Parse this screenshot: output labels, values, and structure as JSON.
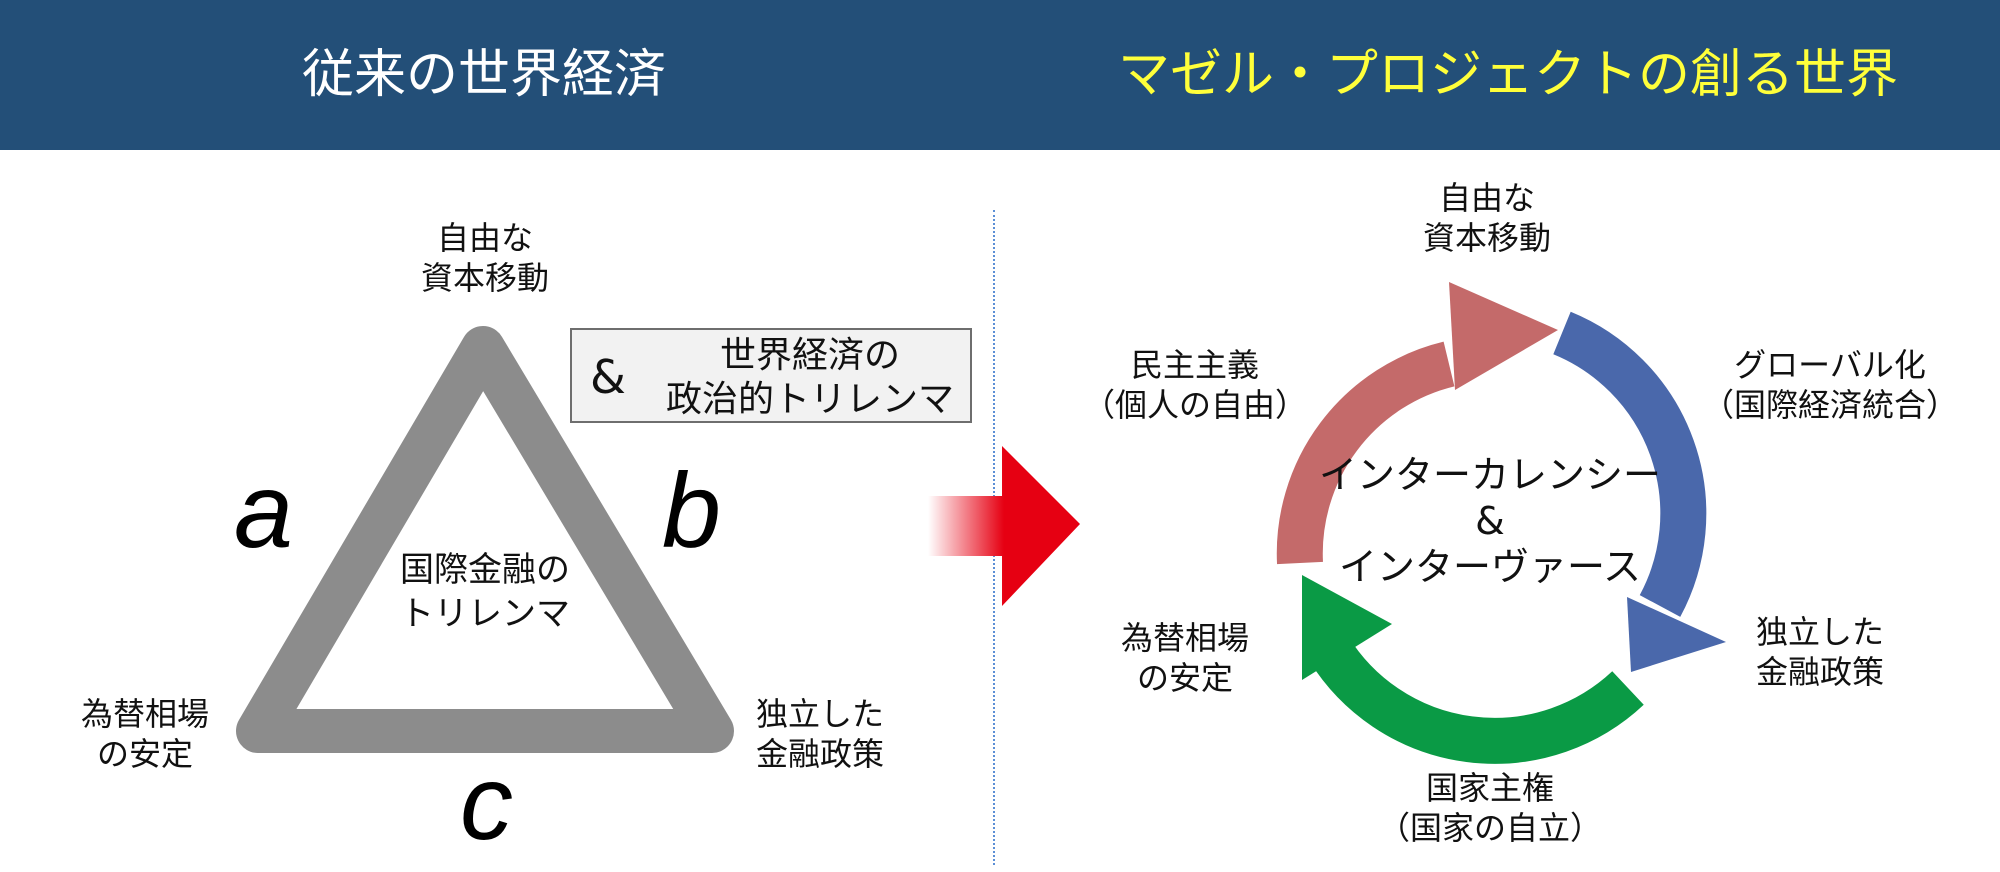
{
  "header": {
    "left_title": "従来の世界経済",
    "right_title": "マゼル・プロジェクトの創る世界",
    "colors": {
      "background": "#234f78",
      "left_title": "#ffffff",
      "right_title": "#ffff3a"
    }
  },
  "left_diagram": {
    "top_label": "自由な\n資本移動",
    "left_label": "為替相場\nの安定",
    "right_label": "独立した\n金融政策",
    "center_label": "国際金融の\nトリレンマ",
    "side_letters": {
      "a": "a",
      "b": "b",
      "c": "c"
    },
    "note_box": {
      "ampersand": "&",
      "text": "世界経済の\n政治的トリレンマ"
    },
    "triangle_color": "#8c8c8c"
  },
  "transition_arrow": {
    "icon": "red-gradient-arrow-icon",
    "color": "#e60012"
  },
  "right_diagram": {
    "labels": {
      "top": "自由な\n資本移動",
      "upper_left": "民主主義\n（個人の自由）",
      "upper_right": "グローバル化\n（国際経済統合）",
      "lower_left": "為替相場\nの安定",
      "lower_right": "独立した\n金融政策",
      "bottom": "国家主権\n（国家の自立）"
    },
    "center_text": "インターカレンシー\n&\nインターヴァース",
    "arrow_colors": {
      "red": "#c46a6a",
      "blue": "#4a68ab",
      "green": "#0a9a45"
    }
  }
}
